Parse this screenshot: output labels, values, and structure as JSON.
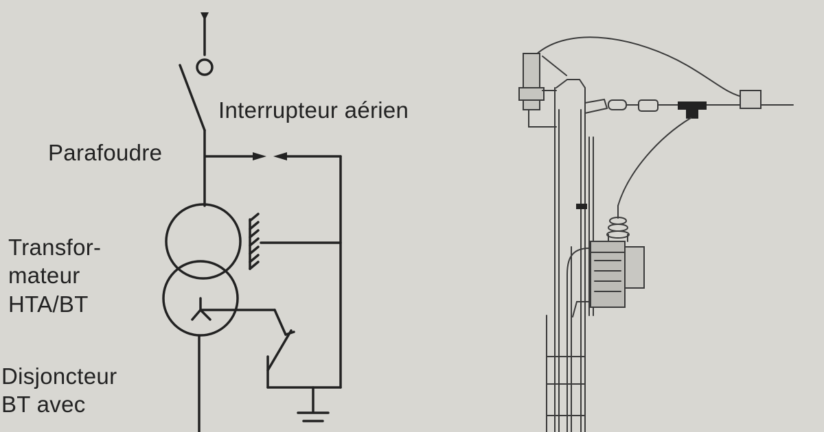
{
  "labels": {
    "air_switch": "Interrupteur aérien",
    "surge_arrester": "Parafoudre",
    "transformer": [
      "Transfor-",
      "mateur",
      "HTA/BT"
    ],
    "lv_breaker": [
      "Disjoncteur",
      "BT avec"
    ]
  },
  "colors": {
    "paper": "#d8d7d2",
    "ink": "#222222",
    "sketch": "#3a3a3a",
    "equipment_fill": "#bdbcb7"
  }
}
